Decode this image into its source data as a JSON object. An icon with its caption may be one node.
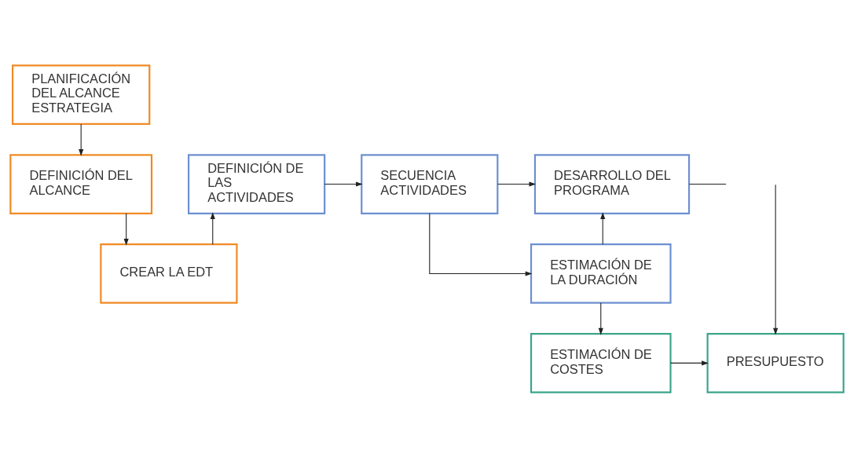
{
  "diagram": {
    "nodes": [
      {
        "text": [
          "PLANIFICACIÓN DEL ALCANCE ESTRATEGIA"
        ]
      },
      {
        "text": [
          "DEFINICIÓN DEL ALCANCE"
        ]
      },
      {
        "text": [
          "CREAR LA EDT"
        ]
      },
      {
        "text": [
          "DEFINICIÓN DE LAS ACTIVIDADES"
        ]
      },
      {
        "text": [
          "SECUENCIA ACTIVIDADES"
        ]
      },
      {
        "text": [
          "DESARROLLO DEL PROGRAMA"
        ]
      },
      {
        "text": [
          "ESTIMACIÓN DE LA DURACIÓN"
        ]
      },
      {
        "text": [
          "ESTIMACIÓN DE COSTES"
        ]
      },
      {
        "text": [
          "PRESUPUESTO"
        ]
      }
    ],
    "edges": [
      {
        "from": 0,
        "to": 1,
        "arrow": "to"
      },
      {
        "from": 1,
        "to": 2,
        "arrow": "to"
      },
      {
        "from": 2,
        "to": 3,
        "arrow": "to"
      },
      {
        "from": 3,
        "to": 4,
        "arrow": "to"
      },
      {
        "from": 4,
        "to": 5,
        "arrow": "to"
      },
      {
        "from": 4,
        "to": 6,
        "arrow": "to"
      },
      {
        "from": 6,
        "to": 5,
        "arrow": "to"
      },
      {
        "from": 6,
        "to": 7,
        "arrow": "to"
      },
      {
        "from": 7,
        "to": 8,
        "arrow": "to"
      },
      {
        "from": 5,
        "to": null,
        "arrow": "none"
      },
      {
        "from": null,
        "to": 8,
        "arrow": "to"
      }
    ]
  }
}
